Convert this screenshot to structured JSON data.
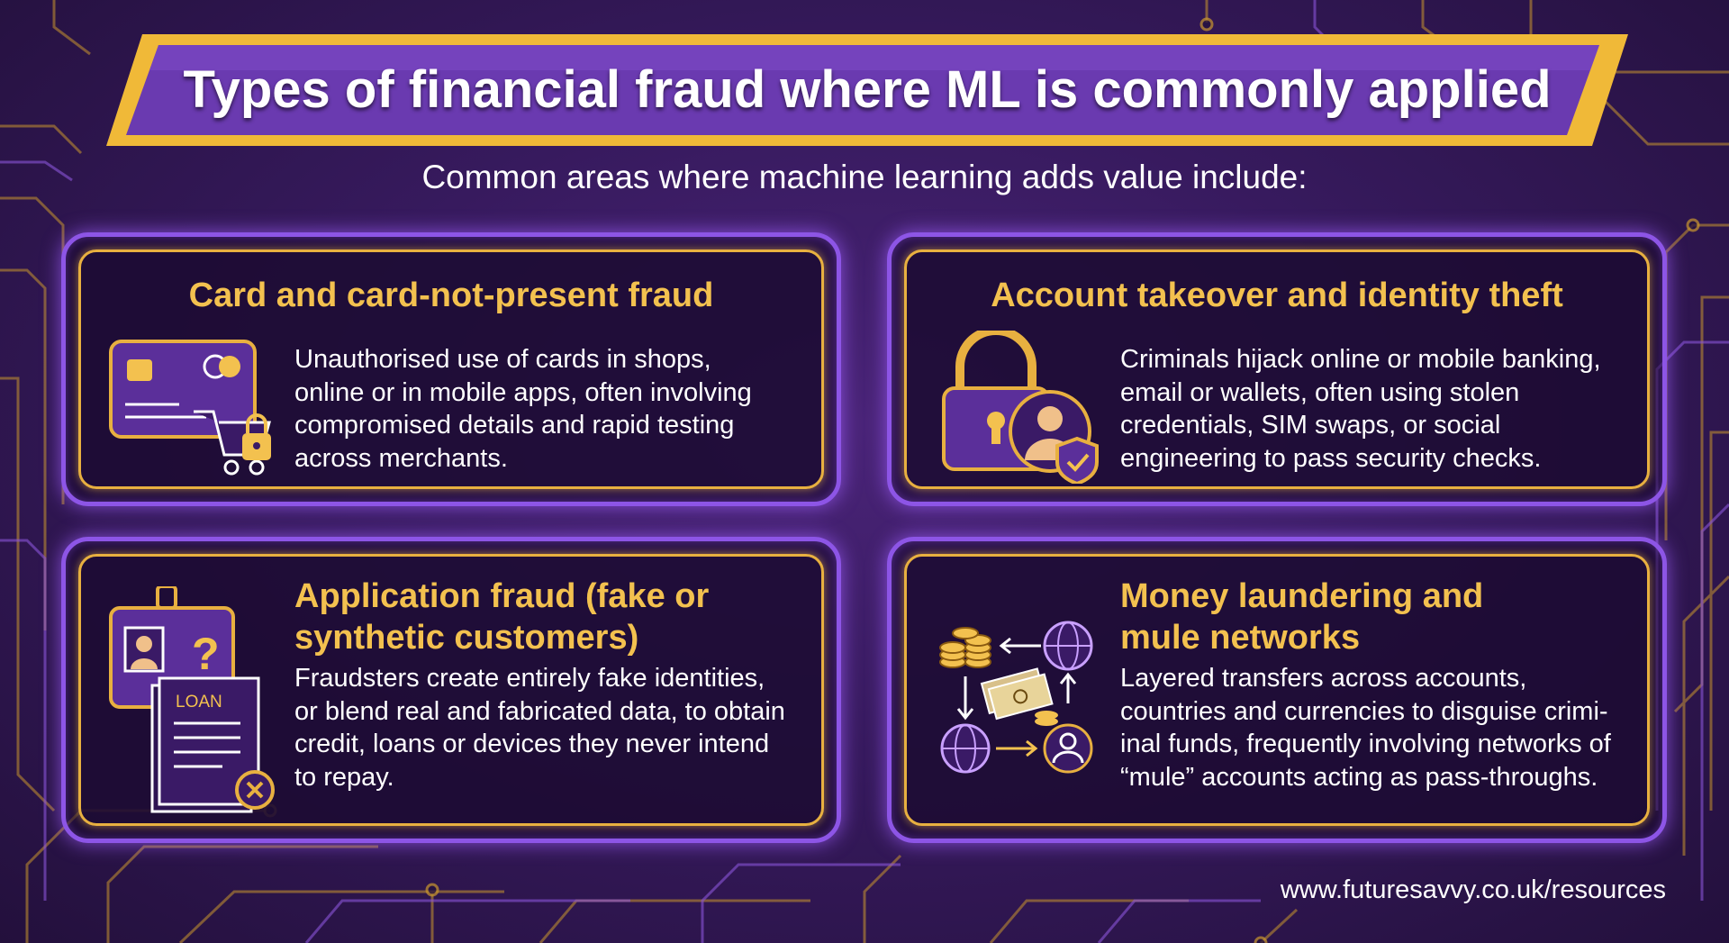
{
  "header": {
    "title": "Types of financial fraud where ML is commonly applied",
    "subtitle": "Common areas where machine learning adds value include:"
  },
  "cards": [
    {
      "title": "Card and card-not-present fraud",
      "icon": "credit-card-cart-lock-icon",
      "description": "Unauthorised use of cards in shops,\nonline or in mobile apps, often involving\ncompromised details and rapid testing\nacross merchants."
    },
    {
      "title": "Account takeover and identity theft",
      "icon": "padlock-user-shield-icon",
      "description": "Criminals hijack online or mobile banking,\nemail or wallets, often using stolen\ncredentials, SIM swaps, or social\nengineering to pass security checks."
    },
    {
      "title": "Application fraud (fake or\nsynthetic customers)",
      "icon": "id-badge-loan-document-icon",
      "icon_label": "LOAN",
      "description": "Fraudsters create entirely fake identities,\nor blend real and fabricated data, to obtain\ncredit, loans or devices they never intend\nto repay."
    },
    {
      "title": "Money laundering and\nmule networks",
      "icon": "money-flow-globe-network-icon",
      "description": "Layered transfers across accounts,\ncountries and currencies to disguise crimi-\ninal funds, frequently involving networks of\n“mule” accounts acting as pass-throughs."
    }
  ],
  "footer": {
    "url": "www.futuresavvy.co.uk/resources"
  },
  "colors": {
    "background": "#371a5e",
    "gold": "#f3c14f",
    "purple_border": "#8d55e6",
    "banner": "#6a3ab0"
  }
}
